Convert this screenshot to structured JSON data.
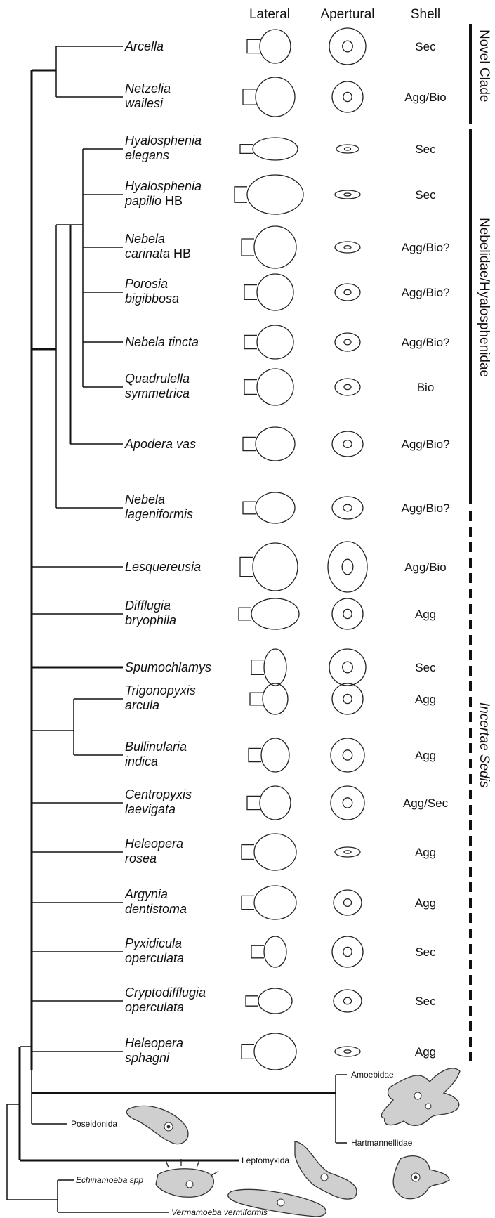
{
  "headers": {
    "lateral": "Lateral",
    "apertural": "Apertural",
    "shell": "Shell"
  },
  "taxa": [
    {
      "line1": "Arcella",
      "line2": "",
      "suffix": "",
      "shell": "Sec"
    },
    {
      "line1": "Netzelia",
      "line2": "wailesi",
      "suffix": "",
      "shell": "Agg/Bio"
    },
    {
      "line1": "Hyalosphenia",
      "line2": "elegans",
      "suffix": "",
      "shell": "Sec"
    },
    {
      "line1": "Hyalosphenia",
      "line2": "papilio",
      "suffix": " HB",
      "shell": "Sec"
    },
    {
      "line1": "Nebela",
      "line2": "carinata",
      "suffix": " HB",
      "shell": "Agg/Bio?"
    },
    {
      "line1": "Porosia",
      "line2": "bigibbosa",
      "suffix": "",
      "shell": "Agg/Bio?"
    },
    {
      "line1": "Nebela tincta",
      "line2": "",
      "suffix": "",
      "shell": "Agg/Bio?"
    },
    {
      "line1": "Quadrulella",
      "line2": "symmetrica",
      "suffix": "",
      "shell": "Bio"
    },
    {
      "line1": "Apodera vas",
      "line2": "",
      "suffix": "",
      "shell": "Agg/Bio?"
    },
    {
      "line1": "Nebela",
      "line2": "lageniformis",
      "suffix": "",
      "shell": "Agg/Bio?"
    },
    {
      "line1": "Lesquereusia",
      "line2": "",
      "suffix": "",
      "shell": "Agg/Bio"
    },
    {
      "line1": "Difflugia",
      "line2": "bryophila",
      "suffix": "",
      "shell": "Agg"
    },
    {
      "line1": "Spumochlamys",
      "line2": "",
      "suffix": "",
      "shell": "Sec"
    },
    {
      "line1": "Trigonopyxis",
      "line2": "arcula",
      "suffix": "",
      "shell": "Agg"
    },
    {
      "line1": "Bullinularia",
      "line2": "indica",
      "suffix": "",
      "shell": "Agg"
    },
    {
      "line1": "Centropyxis",
      "line2": "laevigata",
      "suffix": "",
      "shell": "Agg/Sec"
    },
    {
      "line1": "Heleopera",
      "line2": "rosea",
      "suffix": "",
      "shell": "Agg"
    },
    {
      "line1": "Argynia",
      "line2": "dentistoma",
      "suffix": "",
      "shell": "Agg"
    },
    {
      "line1": "Pyxidicula",
      "line2": "operculata",
      "suffix": "",
      "shell": "Sec"
    },
    {
      "line1": "Cryptodifflugia",
      "line2": "operculata",
      "suffix": "",
      "shell": "Sec"
    },
    {
      "line1": "Heleopera",
      "line2": "sphagni",
      "suffix": "",
      "shell": "Agg"
    }
  ],
  "groups": {
    "novel": "Novel Clade",
    "nebelidae": "Nebelidae/Hyalosphenidae",
    "incertae": "Incertae Sedis"
  },
  "outgroups": {
    "amoebidae": "Amoebidae",
    "hartmannellidae": "Hartmannellidae",
    "poseidonida": "Poseidonida",
    "leptomyxida": "Leptomyxida",
    "echinamoeba": "Echinamoeba spp",
    "vermamoeba": "Vermamoeba vermiformis"
  }
}
